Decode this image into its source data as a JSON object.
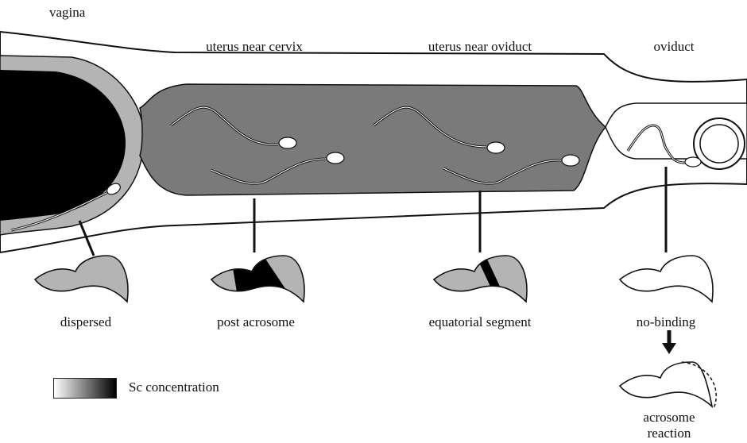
{
  "regions": {
    "vagina": "vagina",
    "uterus_cervix": "uterus near cervix",
    "uterus_oviduct": "uterus near oviduct",
    "oviduct": "oviduct"
  },
  "heads": {
    "dispersed": "dispersed",
    "post_acrosome": "post acrosome",
    "equatorial": "equatorial segment",
    "no_binding": "no-binding",
    "acrosome_reaction_line1": "acrosome",
    "acrosome_reaction_line2": "reaction"
  },
  "legend": {
    "label": "Sc concentration",
    "gradient_from": "#ffffff",
    "gradient_to": "#000000"
  },
  "colors": {
    "uterus_fill": "#7a7a7a",
    "dispersed_fill": "#b4b4b4",
    "vagina_core": "#000000"
  }
}
